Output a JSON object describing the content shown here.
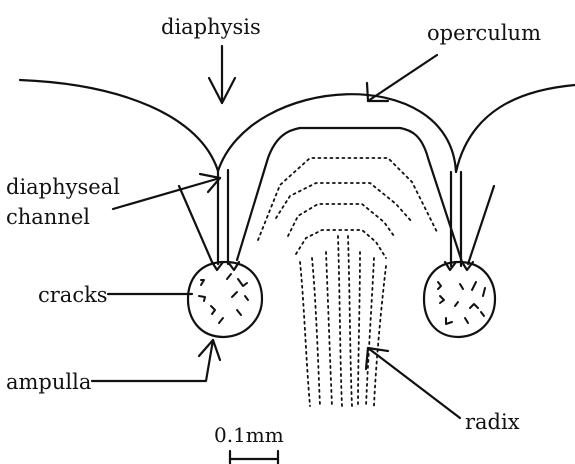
{
  "labels": {
    "diaphysis": "diaphysis",
    "operculum": "operculum",
    "diaphyseal_line1": "diaphyseal",
    "diaphyseal_line2": "channel",
    "cracks": "cracks",
    "ampulla": "ampulla",
    "radix": "radix",
    "scale": "0.1mm"
  },
  "colors": {
    "ink": "#111111",
    "background": "#ffffff"
  }
}
